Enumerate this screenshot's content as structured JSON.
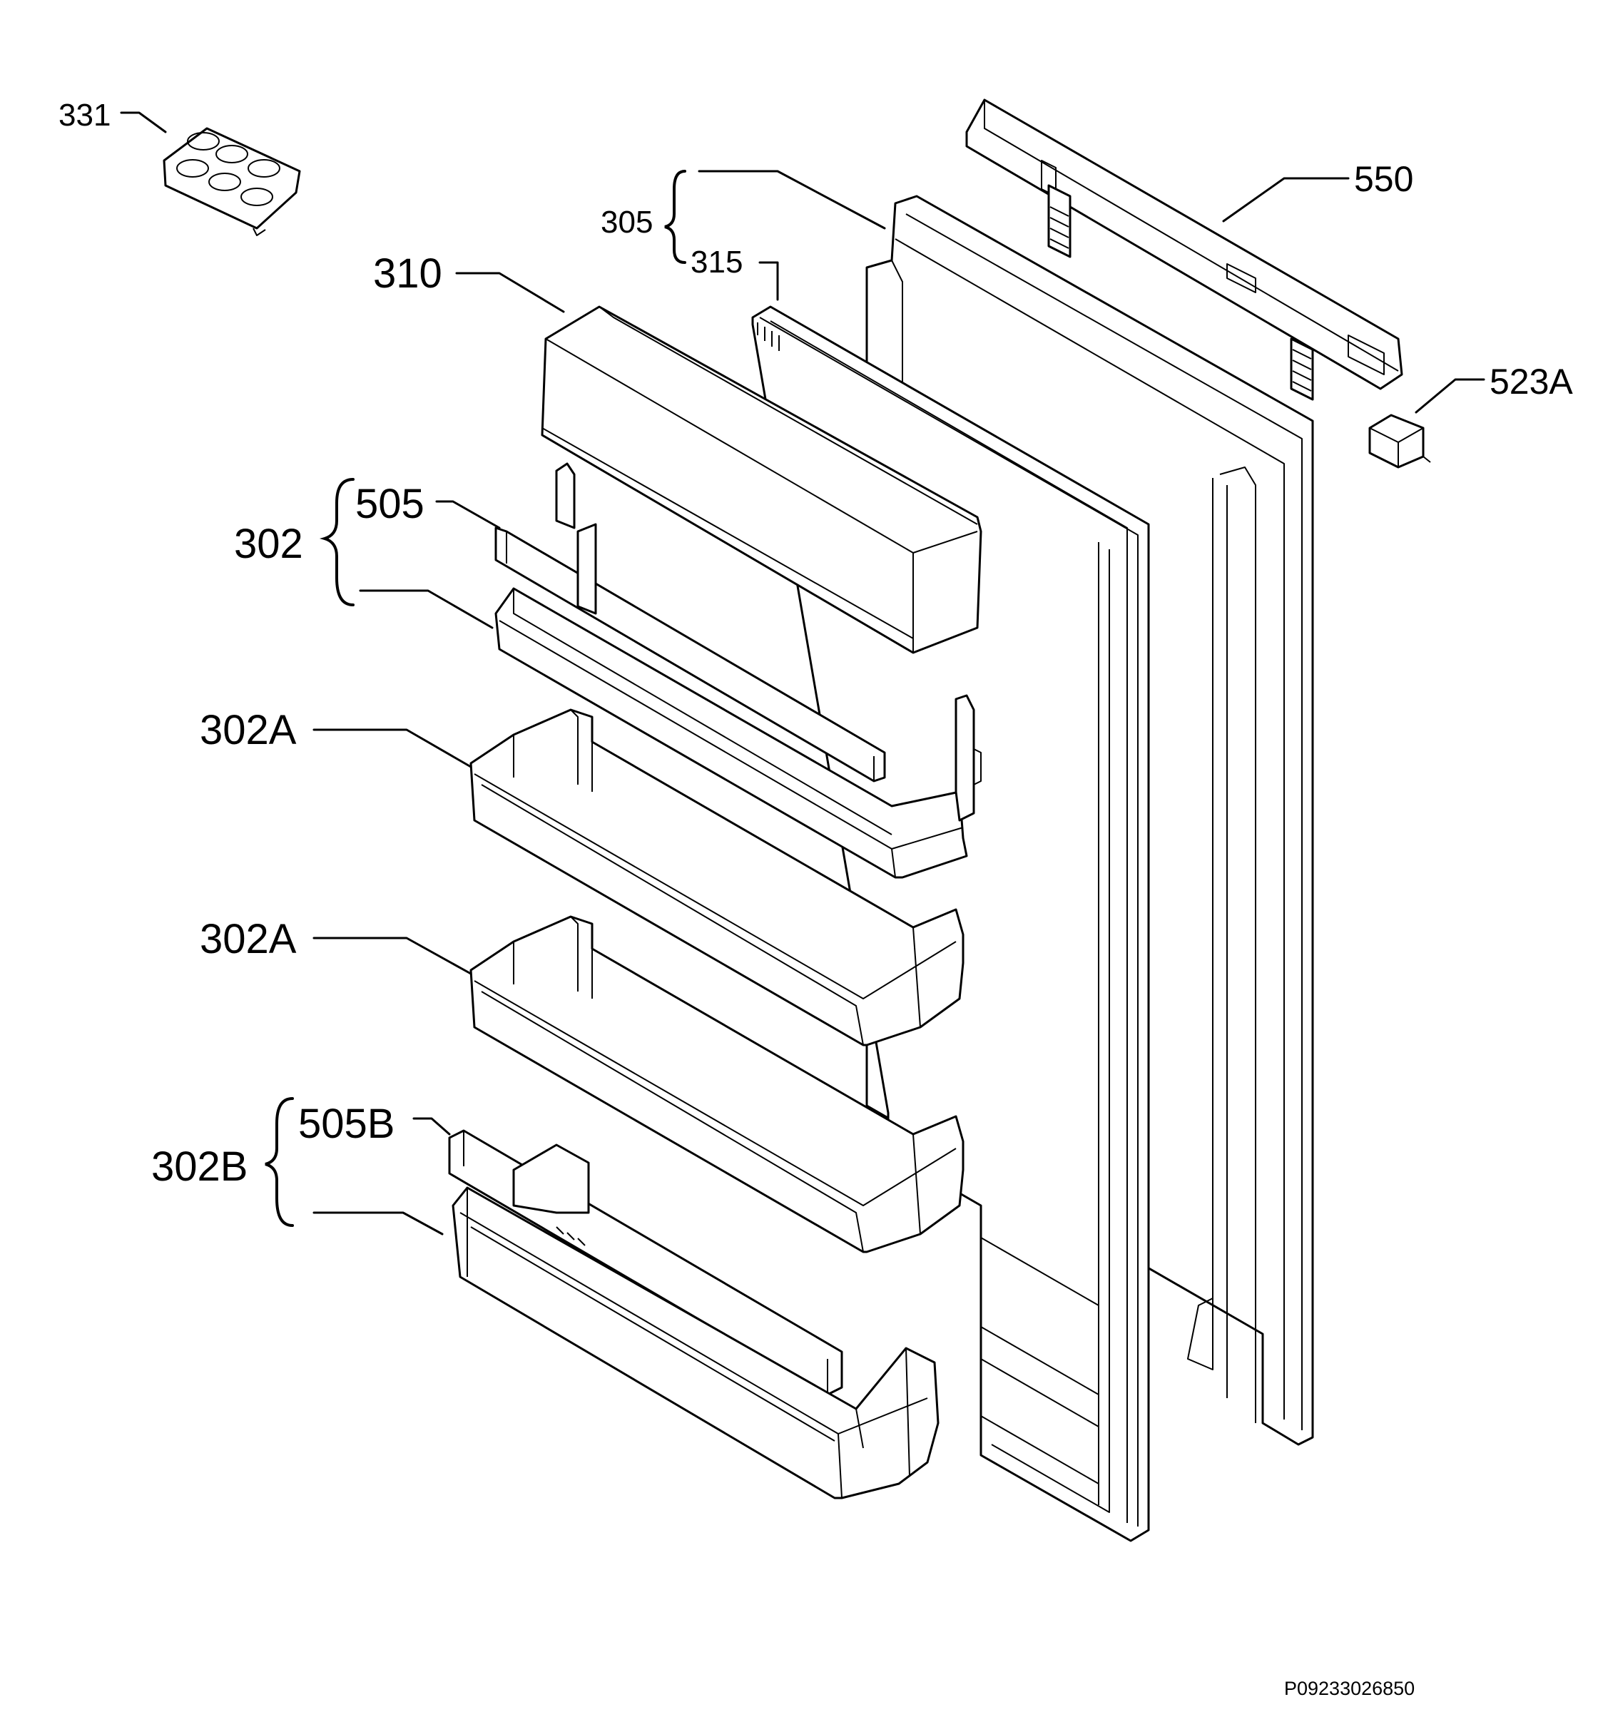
{
  "labels": {
    "p331": "331",
    "p305": "305",
    "p315": "315",
    "p550": "550",
    "p310": "310",
    "p523a": "523A",
    "p302": "302",
    "p505": "505",
    "p302a_1": "302A",
    "p302a_2": "302A",
    "p302b": "302B",
    "p505b": "505B"
  },
  "drawing_code": "P09233026850"
}
